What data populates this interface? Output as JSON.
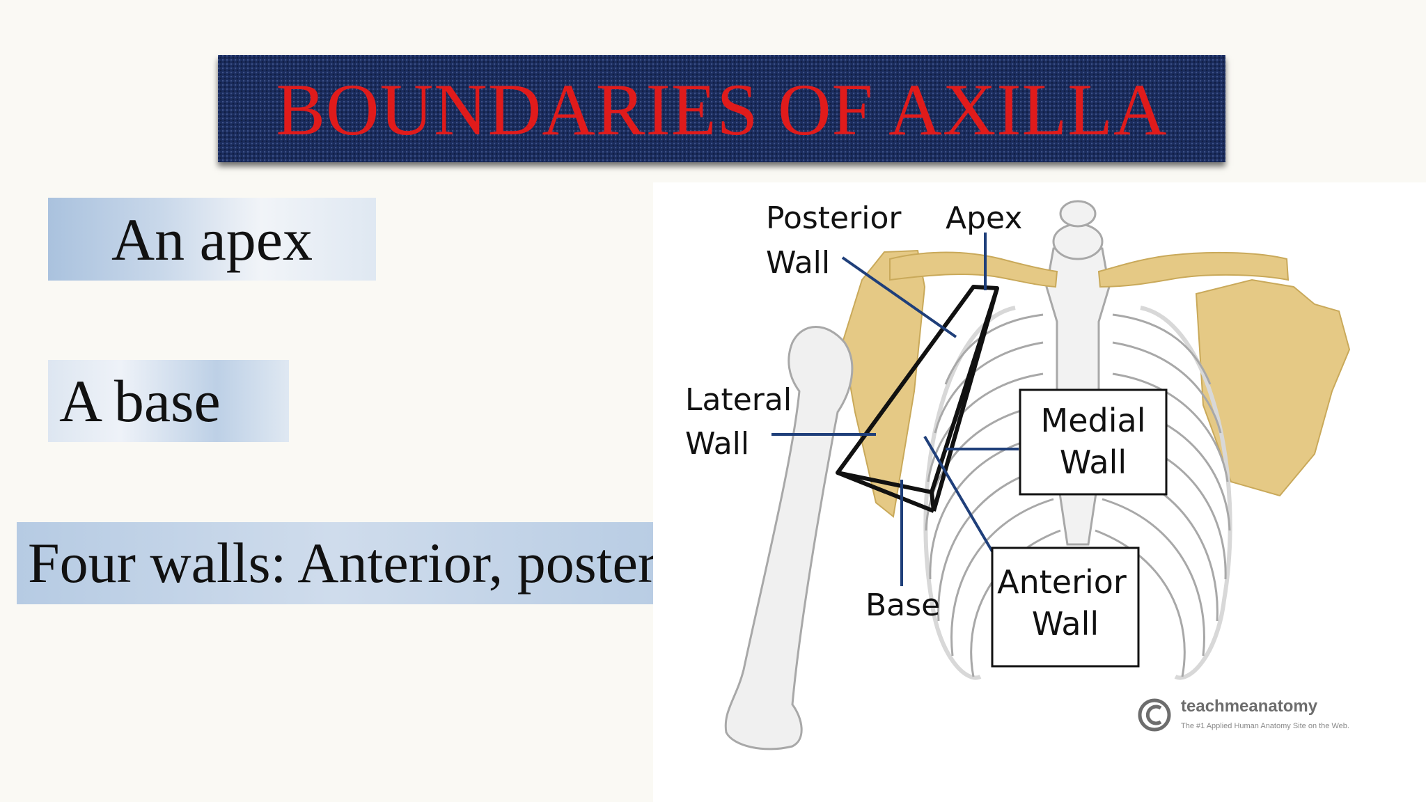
{
  "slide": {
    "title": "BOUNDARIES OF AXILLA",
    "bullets": {
      "apex": "An apex",
      "base": "A base",
      "walls": "Four walls: Anterior, posterior, medial, lateral"
    }
  },
  "diagram": {
    "labels": {
      "posterior_wall_line1": "Posterior",
      "posterior_wall_line2": "Wall",
      "apex": "Apex",
      "lateral_wall_line1": "Lateral",
      "lateral_wall_line2": "Wall",
      "medial_wall_line1": "Medial",
      "medial_wall_line2": "Wall",
      "anterior_wall_line1": "Anterior",
      "anterior_wall_line2": "Wall",
      "base": "Base"
    },
    "watermark": {
      "brand": "teachmeanatomy",
      "tagline": "The #1 Applied Human Anatomy Site on the Web."
    },
    "colors": {
      "bone": "#f0f0f0",
      "bone_outline": "#a8a8a8",
      "shoulder_girdle": "#e5c985",
      "leader_line": "#1f3f7a",
      "axilla_outline": "#111111"
    }
  }
}
